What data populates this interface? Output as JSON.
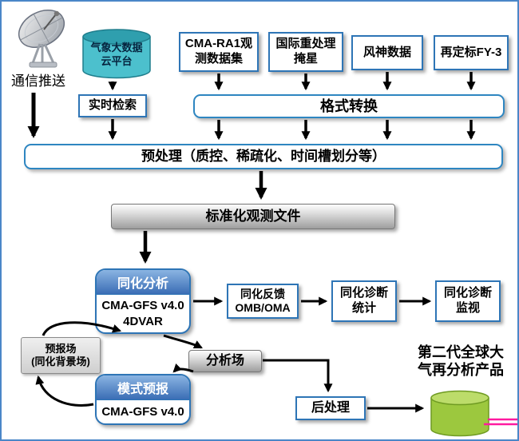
{
  "colors": {
    "border_blue": "#2e75b6",
    "header_blue_top": "#8ab4e2",
    "header_blue_bottom": "#3a6db5",
    "teal_cylinder": "#4cc0cd",
    "green_cylinder": "#9cc83e",
    "gray_box": "#9e9e9e",
    "arrow_black": "#000000",
    "annotation_pink": "#ff1aa0"
  },
  "nodes": {
    "comm_push": "通信推送",
    "cloud_db": "气象大数据\n云平台",
    "source_cma_ra1": "CMA-RA1观\n测数据集",
    "source_occultation": "国际重处理\n掩星",
    "source_fengshen": "风神数据",
    "source_fy3": "再定标FY-3",
    "realtime_search": "实时检索",
    "format_convert": "格式转换",
    "preprocess": "预处理（质控、稀疏化、时间槽划分等）",
    "std_obs_file": "标准化观测文件",
    "assim_analysis_title": "同化分析",
    "assim_analysis_body": "CMA-GFS v4.0\n4DVAR",
    "assim_feedback": "同化反馈\nOMB/OMA",
    "diag_stats": "同化诊断\n统计",
    "diag_monitor": "同化诊断\n监视",
    "forecast_field": "预报场\n(同化背景场)",
    "analysis_field": "分析场",
    "model_forecast_title": "模式预报",
    "model_forecast_body": "CMA-GFS v4.0",
    "postprocess": "后处理",
    "product_label": "第二代全球大\n气再分析产品"
  }
}
